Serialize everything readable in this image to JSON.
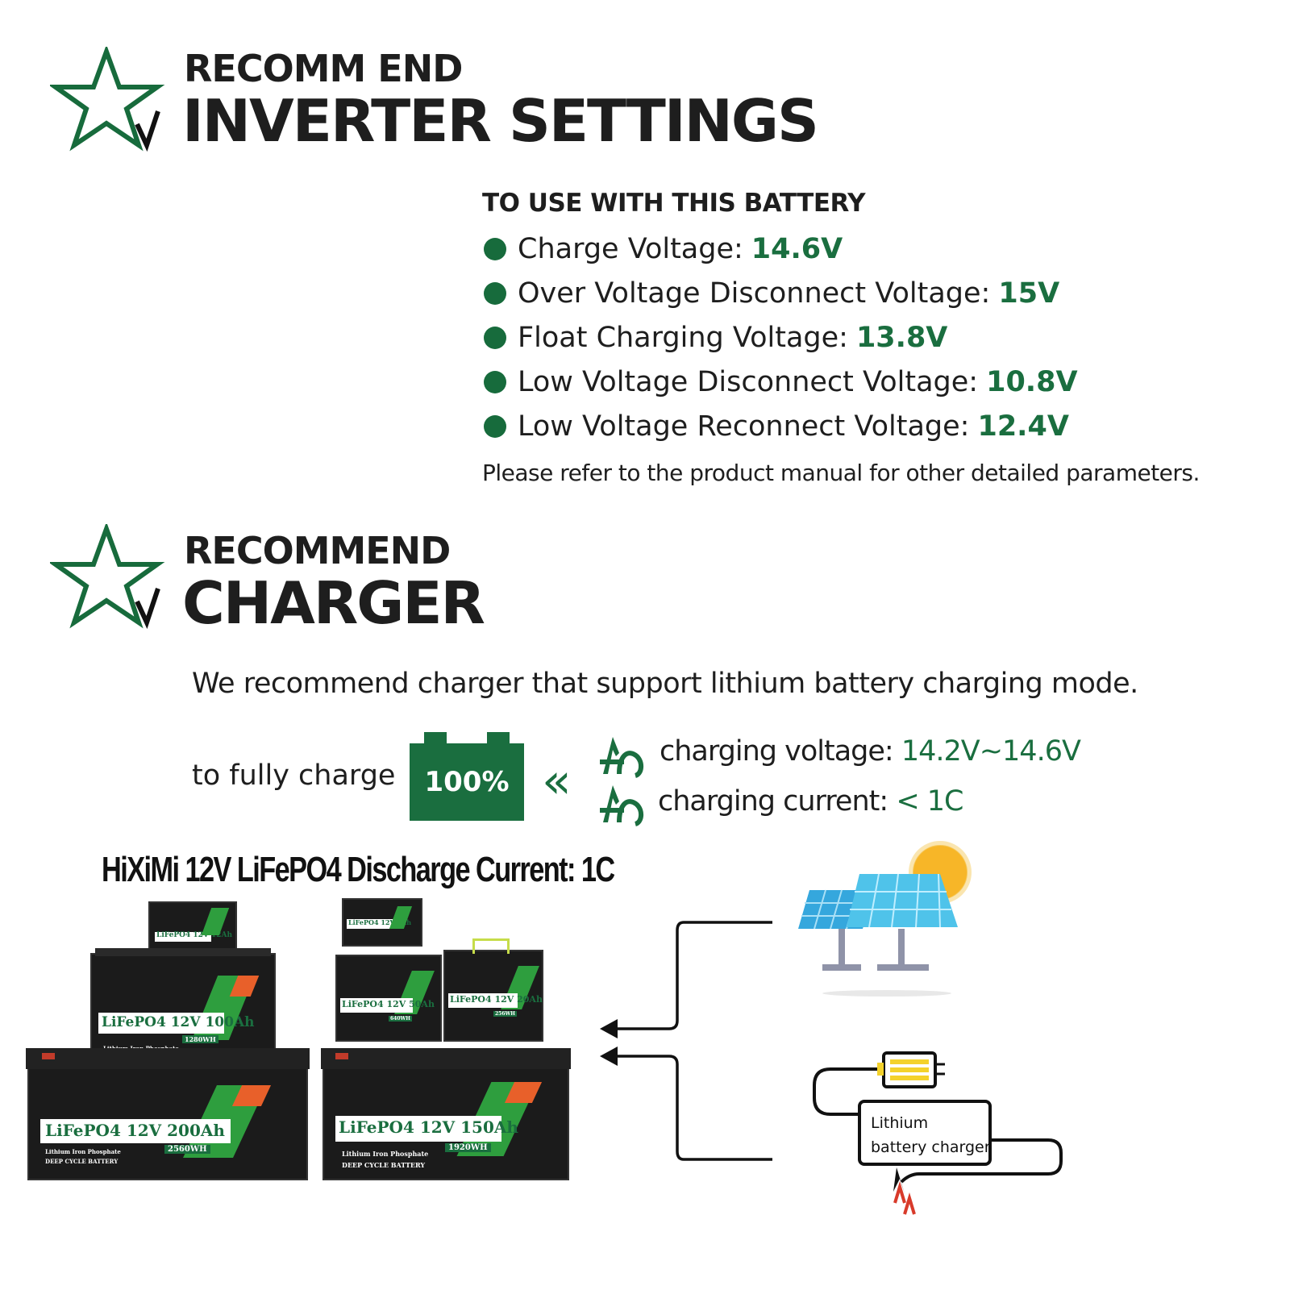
{
  "inverter": {
    "heading_small": "RECOMM END",
    "heading_big": "INVERTER SETTINGS",
    "subtitle": "TO USE WITH THIS BATTERY",
    "settings": [
      {
        "label": "Charge Voltage:",
        "value": "14.6V"
      },
      {
        "label": "Over Voltage Disconnect Voltage:",
        "value": "15V"
      },
      {
        "label": "Float Charging Voltage:",
        "value": "13.8V"
      },
      {
        "label": "Low Voltage Disconnect Voltage:",
        "value": "10.8V"
      },
      {
        "label": "Low Voltage Reconnect Voltage:",
        "value": "12.4V"
      }
    ],
    "note": "Please refer to the product manual for other detailed parameters."
  },
  "charger": {
    "heading_small": "RECOMMEND",
    "heading_big": "CHARGER",
    "intro": "We recommend charger that support lithium battery charging mode.",
    "fully_charge": "to fully charge",
    "battery_percent": "100%",
    "voltage_label": "charging voltage:",
    "voltage_value": "14.2V~14.6V",
    "current_label": "charging current:",
    "current_value": "< 1C"
  },
  "discharge": {
    "title": "HiXiMi 12V LiFePO4 Discharge Current: 1C"
  },
  "batteries": {
    "b12": "LiFePO4 12V 12Ah",
    "b100": "LiFePO4 12V 100Ah",
    "b100_wh": "1280WH",
    "b6": "LiFePO4 12V 6Ah",
    "b50": "LiFePO4 12V 50Ah",
    "b50_wh": "640WH",
    "b20": "LiFePO4 12V 20Ah",
    "b20_wh": "256WH",
    "b200": "LiFePO4 12V 200Ah",
    "b200_wh": "2560WH",
    "b150": "LiFePO4 12V 150Ah",
    "b150_wh": "1920WH",
    "chem_line1": "Lithium Iron Phosphate",
    "chem_line2": "DEEP CYCLE BATTERY"
  },
  "charger_box": {
    "line1": "Lithium",
    "line2": "battery charger"
  },
  "colors": {
    "brand_green": "#1a6e3f",
    "star_green": "#176b3c",
    "battery_body": "#1b1b1b"
  },
  "icons": [
    "star-check-icon",
    "battery-icon",
    "double-chevron-icon",
    "clamp-icon",
    "solar-panel-icon",
    "sun-icon",
    "arrow-icon",
    "charger-icon"
  ]
}
